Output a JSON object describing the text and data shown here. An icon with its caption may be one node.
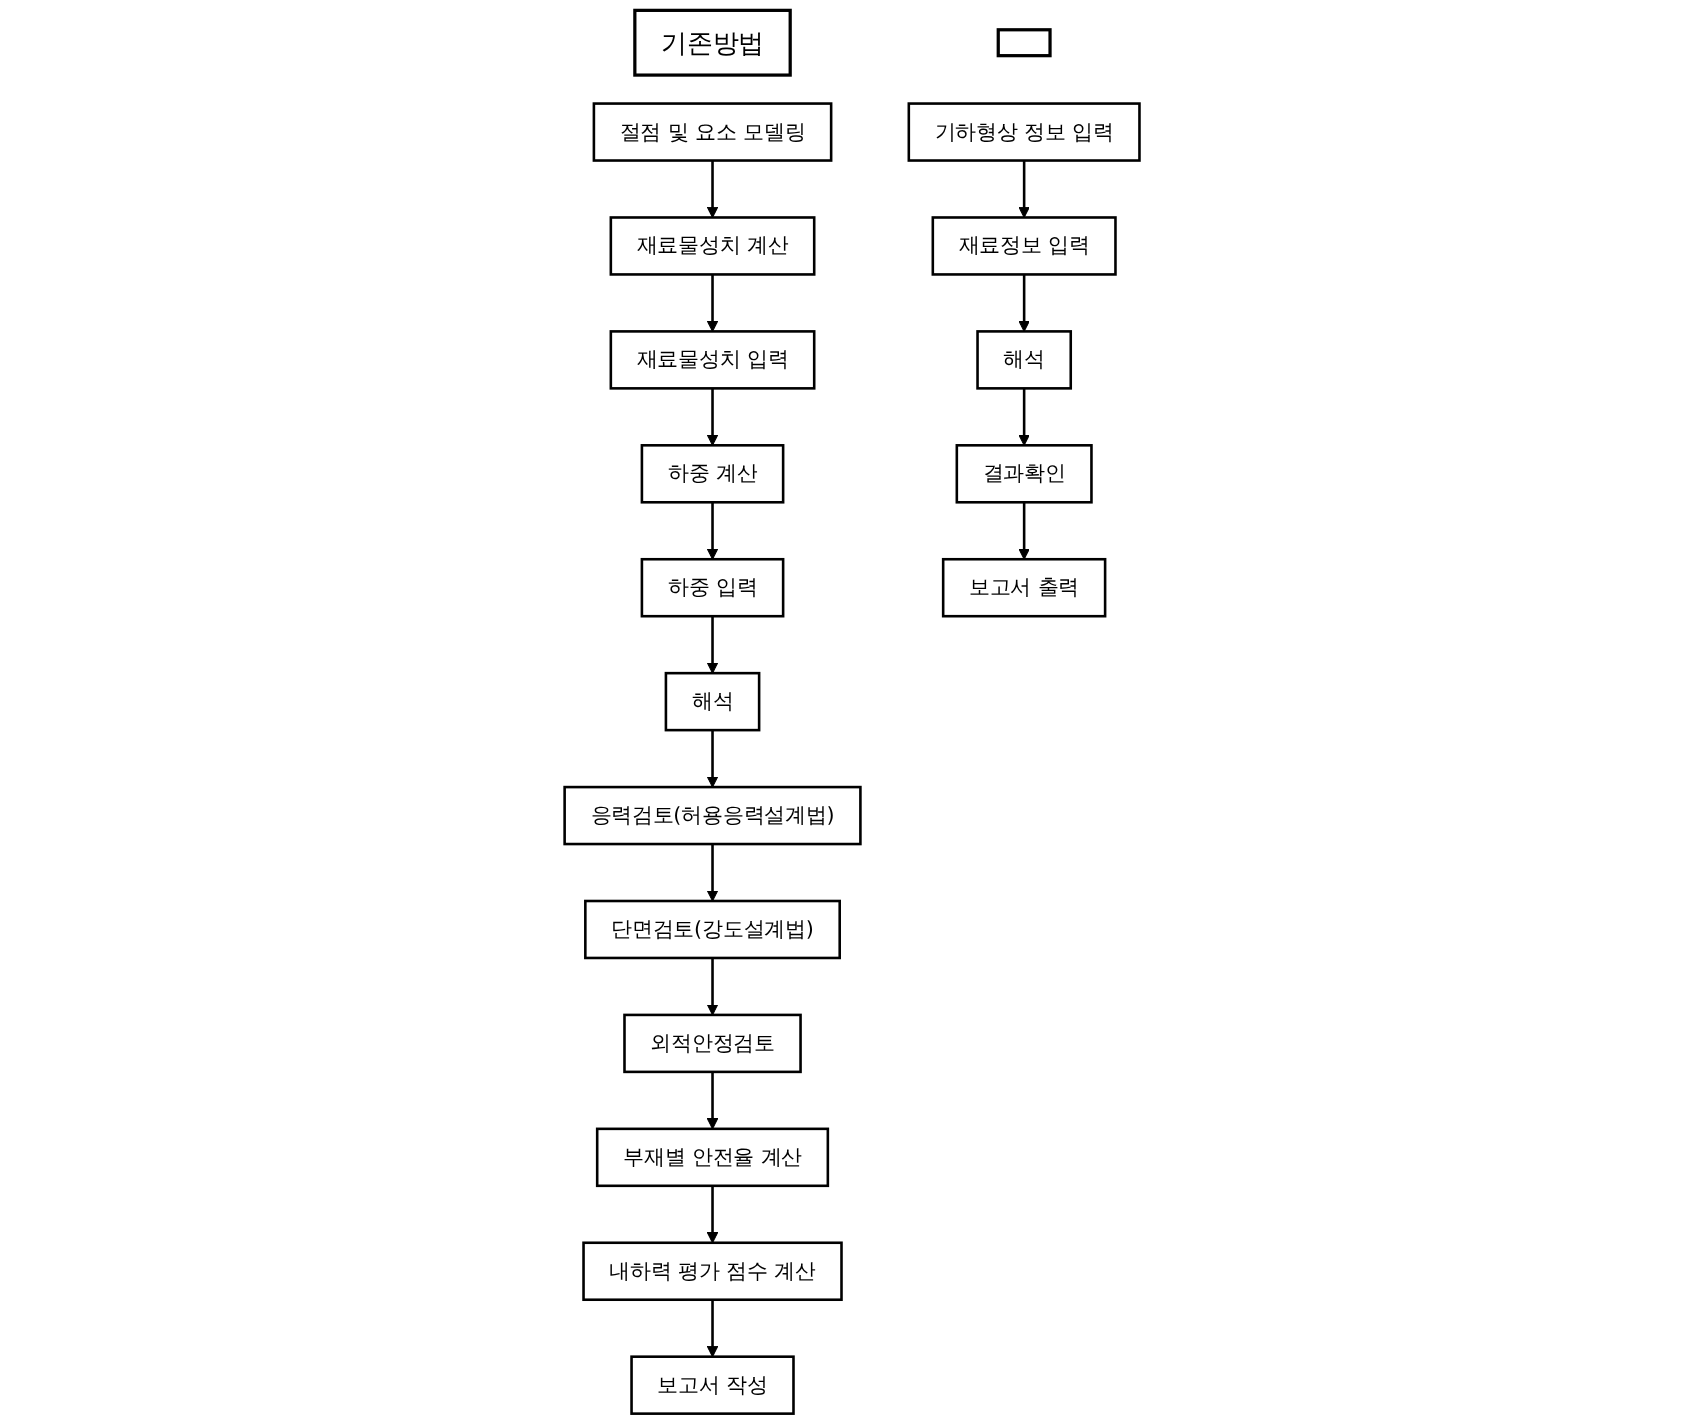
{
  "diagram": {
    "nodes": [
      {
        "text": [
          "기존방법"
        ]
      },
      {
        "text": [
          "절점 및 요소 모델링"
        ]
      },
      {
        "text": [
          "재료물성치 계산"
        ]
      },
      {
        "text": [
          "재료물성치 입력"
        ]
      },
      {
        "text": [
          "하중 계산"
        ]
      },
      {
        "text": [
          "하중 입력"
        ]
      },
      {
        "text": [
          "해석"
        ]
      },
      {
        "text": [
          "응력검토(허용응력설계법)"
        ]
      },
      {
        "text": [
          "단면검토(강도설계법)"
        ]
      },
      {
        "text": [
          "외적안정검토"
        ]
      },
      {
        "text": [
          "부재별 안전율 계산"
        ]
      },
      {
        "text": [
          "내하력 평가 점수 계산"
        ]
      },
      {
        "text": [
          "보고서 작성"
        ]
      },
      {
        "text": [],
        "shape": "box"
      },
      {
        "text": [
          "기하형상 정보 입력"
        ]
      },
      {
        "text": [
          "재료정보 입력"
        ]
      },
      {
        "text": [
          "해석"
        ]
      },
      {
        "text": [
          "결과확인"
        ]
      },
      {
        "text": [
          "보고서 출력"
        ]
      }
    ],
    "edges": [
      {
        "from": 1,
        "to": 2,
        "arrow": "to"
      },
      {
        "from": 2,
        "to": 3,
        "arrow": "to"
      },
      {
        "from": 3,
        "to": 4,
        "arrow": "to"
      },
      {
        "from": 4,
        "to": 5,
        "arrow": "to"
      },
      {
        "from": 5,
        "to": 6,
        "arrow": "to"
      },
      {
        "from": 6,
        "to": 7,
        "arrow": "to"
      },
      {
        "from": 7,
        "to": 8,
        "arrow": "to"
      },
      {
        "from": 8,
        "to": 9,
        "arrow": "to"
      },
      {
        "from": 9,
        "to": 10,
        "arrow": "to"
      },
      {
        "from": 10,
        "to": 11,
        "arrow": "to"
      },
      {
        "from": 11,
        "to": 12,
        "arrow": "to"
      },
      {
        "from": 14,
        "to": 15,
        "arrow": "to"
      },
      {
        "from": 15,
        "to": 16,
        "arrow": "to"
      },
      {
        "from": 16,
        "to": 17,
        "arrow": "to"
      },
      {
        "from": 17,
        "to": 18,
        "arrow": "to"
      }
    ]
  }
}
